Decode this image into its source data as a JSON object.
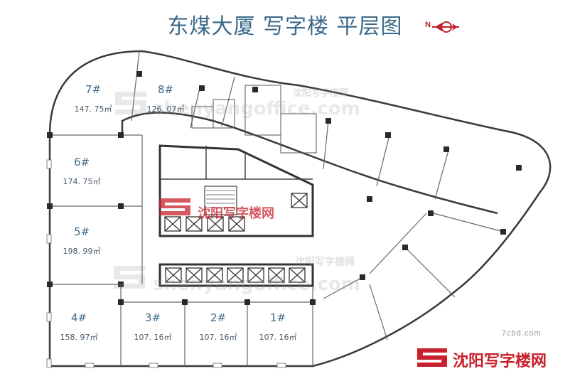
{
  "title": "东煤大厦 写字楼 平层图",
  "compass": {
    "label": "N"
  },
  "units": [
    {
      "id": "7",
      "label": "7#",
      "area": "147. 75㎡"
    },
    {
      "id": "8",
      "label": "8#",
      "area": "126. 07㎡"
    },
    {
      "id": "6",
      "label": "6#",
      "area": "174. 75㎡"
    },
    {
      "id": "5",
      "label": "5#",
      "area": "198. 99㎡"
    },
    {
      "id": "4",
      "label": "4#",
      "area": "158. 97㎡"
    },
    {
      "id": "3",
      "label": "3#",
      "area": "107. 16㎡"
    },
    {
      "id": "2",
      "label": "2#",
      "area": "107. 16㎡"
    },
    {
      "id": "1",
      "label": "1#",
      "area": "107. 16㎡"
    }
  ],
  "watermarks": {
    "cn": "沈阳写字楼网",
    "en": "shenyangoffice.com"
  },
  "site_mark": "7cbd.com",
  "brand": {
    "text": "沈阳写字楼网",
    "color": "#c8202c"
  },
  "colors": {
    "title": "#3d6a8a",
    "wall": "#333333",
    "accent": "#c0202b"
  }
}
